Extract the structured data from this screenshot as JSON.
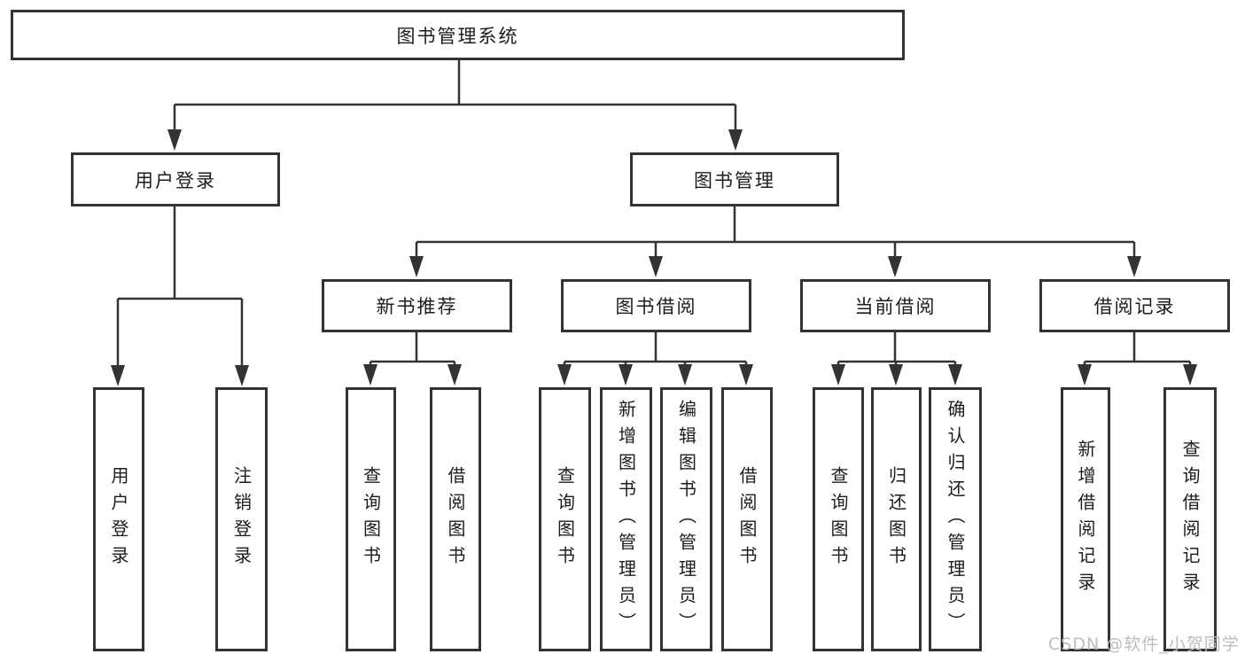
{
  "diagram": {
    "title": "图书管理系统",
    "branches": [
      {
        "label": "用户登录",
        "children": [
          {
            "label": "用户登录"
          },
          {
            "label": "注销登录"
          }
        ]
      },
      {
        "label": "图书管理",
        "children": [
          {
            "label": "新书推荐",
            "children": [
              {
                "label": "查询图书"
              },
              {
                "label": "借阅图书"
              }
            ]
          },
          {
            "label": "图书借阅",
            "children": [
              {
                "label": "查询图书"
              },
              {
                "label": "新增图书（管理员）"
              },
              {
                "label": "编辑图书（管理员）"
              },
              {
                "label": "借阅图书"
              }
            ]
          },
          {
            "label": "当前借阅",
            "children": [
              {
                "label": "查询图书"
              },
              {
                "label": "归还图书"
              },
              {
                "label": "确认归还（管理员）"
              }
            ]
          },
          {
            "label": "借阅记录",
            "children": [
              {
                "label": "新增借阅记录"
              },
              {
                "label": "查询借阅记录"
              }
            ]
          }
        ]
      }
    ]
  },
  "watermark": {
    "text": "CSDN @软件_小贺同学"
  },
  "colors": {
    "line": "#333333",
    "text": "#1c1c1c",
    "watermark": "#bdbdbd"
  }
}
